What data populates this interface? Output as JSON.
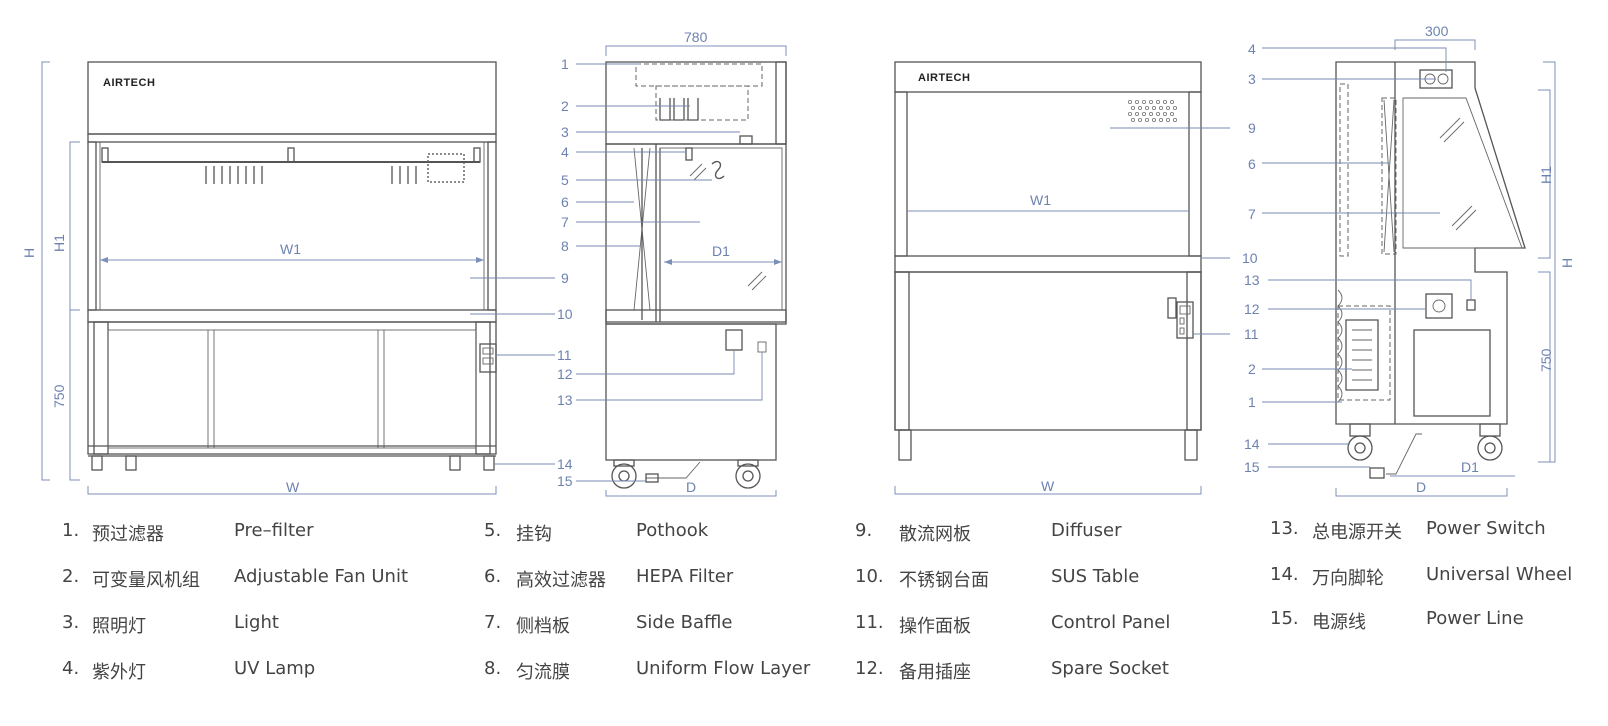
{
  "brand": "AIRTECH",
  "dimensions": {
    "front_left": {
      "H": "H",
      "H1": "H1",
      "leg_height": "750",
      "W1": "W1",
      "W": "W"
    },
    "side_left": {
      "depth": "780",
      "D1": "D1",
      "D": "D"
    },
    "front_right": {
      "W1": "W1",
      "W": "W"
    },
    "side_right": {
      "width": "300",
      "H1": "H1",
      "H": "H",
      "leg_height": "750",
      "D1": "D1",
      "D": "D"
    }
  },
  "callouts": {
    "c1": "1",
    "c2": "2",
    "c3": "3",
    "c4": "4",
    "c5": "5",
    "c6": "6",
    "c7": "7",
    "c8": "8",
    "c9": "9",
    "c10": "10",
    "c11": "11",
    "c12": "12",
    "c13": "13",
    "c14": "14",
    "c15": "15"
  },
  "legend": [
    {
      "num": "1.",
      "cn": "预过滤器",
      "en": "Pre–filter"
    },
    {
      "num": "2.",
      "cn": "可变量风机组",
      "en": "Adjustable Fan Unit"
    },
    {
      "num": "3.",
      "cn": "照明灯",
      "en": "Light"
    },
    {
      "num": "4.",
      "cn": "紫外灯",
      "en": "UV Lamp"
    },
    {
      "num": "5.",
      "cn": "挂钩",
      "en": "Pothook"
    },
    {
      "num": "6.",
      "cn": "高效过滤器",
      "en": "HEPA Filter"
    },
    {
      "num": "7.",
      "cn": "侧档板",
      "en": "Side Baffle"
    },
    {
      "num": "8.",
      "cn": "匀流膜",
      "en": "Uniform Flow Layer"
    },
    {
      "num": "9.",
      "cn": "散流网板",
      "en": "Diffuser"
    },
    {
      "num": "10.",
      "cn": "不锈钢台面",
      "en": "SUS  Table"
    },
    {
      "num": "11.",
      "cn": "操作面板",
      "en": "Control Panel"
    },
    {
      "num": "12.",
      "cn": "备用插座",
      "en": "Spare Socket"
    },
    {
      "num": "13.",
      "cn": "总电源开关",
      "en": "Power Switch"
    },
    {
      "num": "14.",
      "cn": "万向脚轮",
      "en": "Universal Wheel"
    },
    {
      "num": "15.",
      "cn": "电源线",
      "en": "Power Line"
    }
  ]
}
